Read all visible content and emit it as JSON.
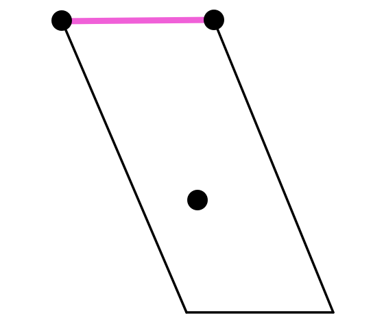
{
  "diagram": {
    "shape": "parallelogram",
    "colors": {
      "background": "#ffffff",
      "outline": "#000000",
      "highlight_edge": "#f060d8",
      "points": "#000000"
    },
    "highlighted_edge": "top",
    "points": [
      {
        "name": "top-left-vertex-point"
      },
      {
        "name": "top-right-vertex-point"
      },
      {
        "name": "interior-point"
      }
    ]
  }
}
